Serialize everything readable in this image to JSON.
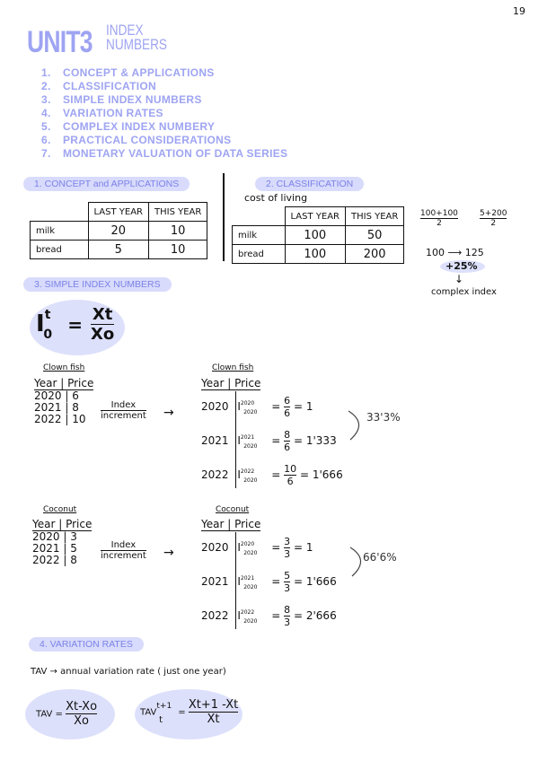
{
  "page_number": "19",
  "title": {
    "unit": "UNIT3",
    "line1": "INDEX",
    "line2": "NUMBERS"
  },
  "toc": [
    {
      "n": "1.",
      "label": "CONCEPT & APPLICATIONS"
    },
    {
      "n": "2.",
      "label": "CLASSIFICATION"
    },
    {
      "n": "3.",
      "label": "SIMPLE INDEX NUMBERS"
    },
    {
      "n": "4.",
      "label": "VARIATION RATES"
    },
    {
      "n": "5.",
      "label": "COMPLEX INDEX NUMBERY"
    },
    {
      "n": "6.",
      "label": "PRACTICAL CONSIDERATIONS"
    },
    {
      "n": "7.",
      "label": "MONETARY VALUATION OF DATA SERIES"
    }
  ],
  "section1": {
    "heading": "1.  CONCEPT and APPLICATIONS",
    "table": {
      "headers": [
        "LAST YEAR",
        "THIS YEAR"
      ],
      "rows": [
        [
          "milk",
          "20",
          "10"
        ],
        [
          "bread",
          "5",
          "10"
        ]
      ]
    }
  },
  "section2": {
    "heading": "2. CLASSIFICATION",
    "caption": "cost of living",
    "table": {
      "headers": [
        "LAST YEAR",
        "THIS YEAR"
      ],
      "rows": [
        [
          "milk",
          "100",
          "50"
        ],
        [
          "bread",
          "100",
          "200"
        ]
      ]
    },
    "calc1_num": "100+100",
    "calc1_den": "2",
    "calc2_num": "5+200",
    "calc2_den": "2",
    "arrow_from": "100",
    "arrow_to": "125",
    "pct": "+25%",
    "down_arrow": "↓",
    "note": "complex index"
  },
  "section3": {
    "heading": "3. SIMPLE INDEX NUMBERS",
    "formula": {
      "I": "I",
      "sup": "t",
      "sub": "0",
      "num": "Xt",
      "den": "Xo"
    },
    "clown": {
      "title": "Clown fish",
      "col1": "Year",
      "col2": "Price",
      "years": [
        "2020",
        "2021",
        "2022"
      ],
      "prices": [
        "6",
        "8",
        "10"
      ],
      "arrow_top": "Index",
      "arrow_bottom": "increment",
      "calc_rows": [
        {
          "year": "2020",
          "sup": "2020",
          "sub": "2020",
          "num": "6",
          "den": "6",
          "result": "1"
        },
        {
          "year": "2021",
          "sup": "2021",
          "sub": "2020",
          "num": "8",
          "den": "6",
          "result": "1'333"
        },
        {
          "year": "2022",
          "sup": "2022",
          "sub": "2020",
          "num": "10",
          "den": "6",
          "result": "1'666"
        }
      ],
      "pct_note": "33'3%"
    },
    "coconut": {
      "title": "Coconut",
      "col1": "Year",
      "col2": "Price",
      "years": [
        "2020",
        "2021",
        "2022"
      ],
      "prices": [
        "3",
        "5",
        "8"
      ],
      "arrow_top": "Index",
      "arrow_bottom": "increment",
      "calc_rows": [
        {
          "year": "2020",
          "sup": "2020",
          "sub": "2020",
          "num": "3",
          "den": "3",
          "result": "1"
        },
        {
          "year": "2021",
          "sup": "2021",
          "sub": "2020",
          "num": "5",
          "den": "3",
          "result": "1'666"
        },
        {
          "year": "2022",
          "sup": "2022",
          "sub": "2020",
          "num": "8",
          "den": "3",
          "result": "2'666"
        }
      ],
      "pct_note": "66'6%"
    }
  },
  "section4": {
    "heading": "4.  VARIATION RATES",
    "definition": "TAV → annual variation rate ( just one year)",
    "f1": {
      "lhs": "TAV =",
      "num": "Xt-Xo",
      "den": "Xo"
    },
    "f2": {
      "lhs": "TAV",
      "sup": "t+1",
      "sub": "t",
      "num": "Xt+1 -Xt",
      "den": "Xt"
    }
  },
  "colors": {
    "accent": "#9ea4f2",
    "pill_bg": "#d8dbfb",
    "pill_text": "#7b82e8",
    "blob": "#dde0fb"
  }
}
